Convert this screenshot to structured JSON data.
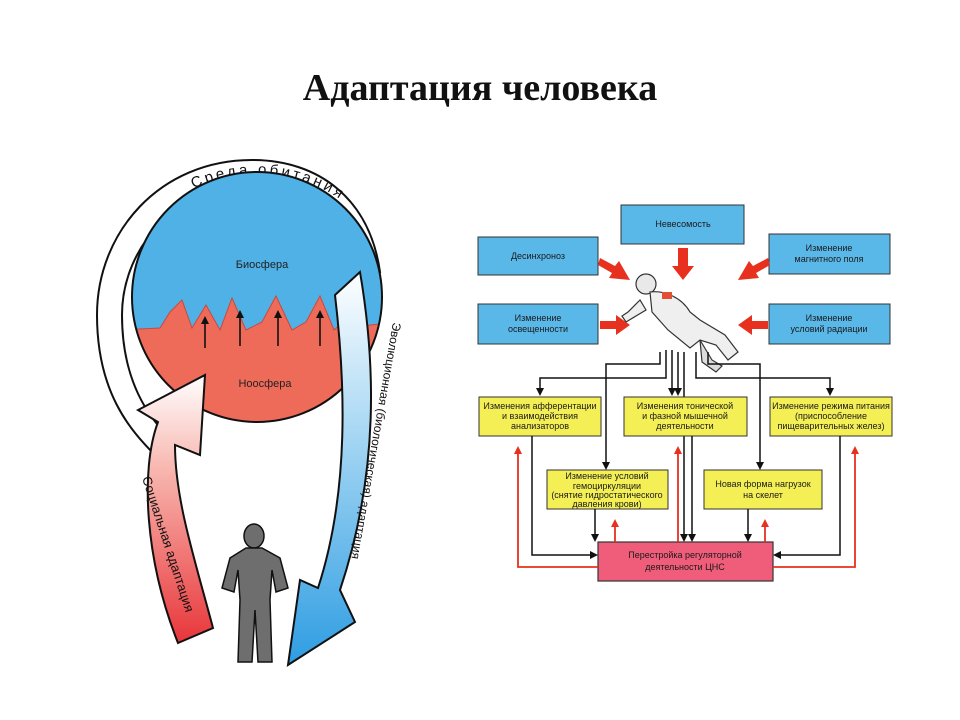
{
  "title": "Адаптация человека",
  "left_diagram": {
    "habitat_label": "Среда обитания",
    "biosphere_label": "Биосфера",
    "noosphere_label": "Ноосфера",
    "social_adaptation_label": "Социальная адаптация",
    "evolutionary_adaptation_label": "Эволюционная (биологическая) адаптация"
  },
  "right_diagram": {
    "factors": {
      "weightlessness": "Невесомость",
      "desynchronosis": "Десинхроноз",
      "magnetic_field": [
        "Изменение",
        "магнитного поля"
      ],
      "lighting": [
        "Изменение",
        "освещенности"
      ],
      "radiation": [
        "Изменение",
        "условий радиации"
      ]
    },
    "effects": {
      "afferentation": [
        "Изменения афферентации",
        "и взаимодействия",
        "анализаторов"
      ],
      "muscle_activity": [
        "Изменения тонической",
        "и фазной мышечной",
        "деятельности"
      ],
      "nutrition": [
        "Изменение режима питания",
        "(приспособление",
        "пищеварительных желез)"
      ],
      "hemocirculation": [
        "Изменение условий",
        "гемоциркуляции",
        "(снятие гидростатического",
        "давления крови)"
      ],
      "skeleton_load": [
        "Новая форма нагрузок",
        "на скелет"
      ]
    },
    "cns": [
      "Перестройка регуляторной",
      "деятельности ЦНС"
    ]
  },
  "colors": {
    "biosphere_blue": "#4fb1e6",
    "noosphere_red": "#ee6b5a",
    "factor_box": "#5ab8e8",
    "effect_box": "#f4ef55",
    "cns_box": "#ef5d7a",
    "red_arrow": "#e8301e"
  }
}
